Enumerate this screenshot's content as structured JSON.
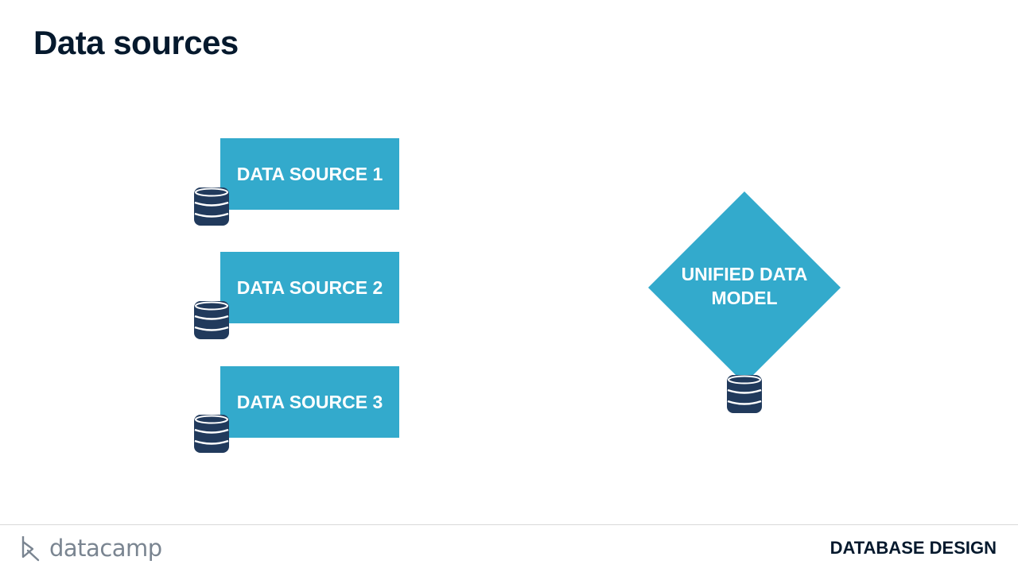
{
  "slide": {
    "title": "Data sources"
  },
  "sources": [
    {
      "label": "DATA SOURCE 1"
    },
    {
      "label": "DATA SOURCE 2"
    },
    {
      "label": "DATA SOURCE 3"
    }
  ],
  "unified": {
    "line1": "UNIFIED DATA",
    "line2": "MODEL"
  },
  "footer": {
    "logo_text": "datacamp",
    "course": "DATABASE DESIGN"
  },
  "colors": {
    "box": "#33aacc",
    "db_icon": "#213a5c",
    "title": "#05192d"
  },
  "icons": [
    "database-icon",
    "datacamp-logo-icon"
  ]
}
